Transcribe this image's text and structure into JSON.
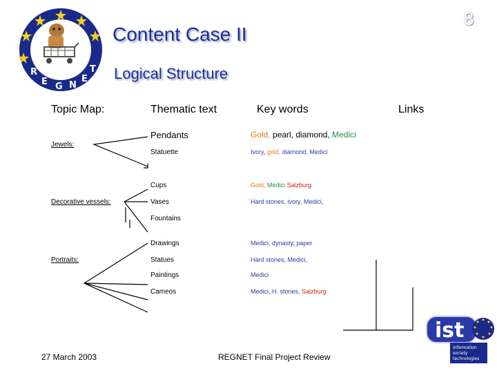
{
  "slide": {
    "page_number": "8",
    "title": "Content Case II",
    "subtitle": "Logical Structure"
  },
  "headers": {
    "topic_map": "Topic Map:",
    "thematic_text": "Thematic text",
    "key_words": "Key words",
    "links": "Links"
  },
  "groups": {
    "jewels": "Jewels:",
    "decorative_vessels": "Decorative vessels:",
    "portraits": "Portraits:"
  },
  "items": {
    "pendants": "Pendants",
    "statuette": "Statuette",
    "cups": "Cups",
    "vases": "Vases",
    "fountains": "Fountains",
    "drawings": "Drawings",
    "statues": "Statues",
    "paintings": "Paintings",
    "cameos": "Cameos"
  },
  "keywords": {
    "pendants": [
      "Gold,",
      "pearl, diamond,",
      "Medici"
    ],
    "statuette": [
      "Ivory,",
      "gold,",
      "diamond, Medici"
    ],
    "cups": [
      "Gold,",
      "Medici",
      "Salzburg"
    ],
    "vases": "Hard stones, ivory, Medici,",
    "drawings": "Medici, dynasty, paper",
    "statues": "Hard stones, Medici,",
    "paintings": "Medici",
    "cameos": [
      "Medici, H. stones,",
      "Salzburg"
    ]
  },
  "logo": {
    "name": "REGNET",
    "ist_text": "ist",
    "ist_caption": [
      "information",
      "society",
      "technologies"
    ]
  },
  "colors": {
    "title": "#1f2f96",
    "orange": "#e07a1e",
    "green": "#2a8a3a",
    "blue": "#2a3aa8",
    "red": "#c8201a",
    "logo_ring": "#1a2a8a",
    "star": "#f2d21a"
  },
  "footer": {
    "date": "27 March 2003",
    "title": "REGNET Final Project Review"
  }
}
